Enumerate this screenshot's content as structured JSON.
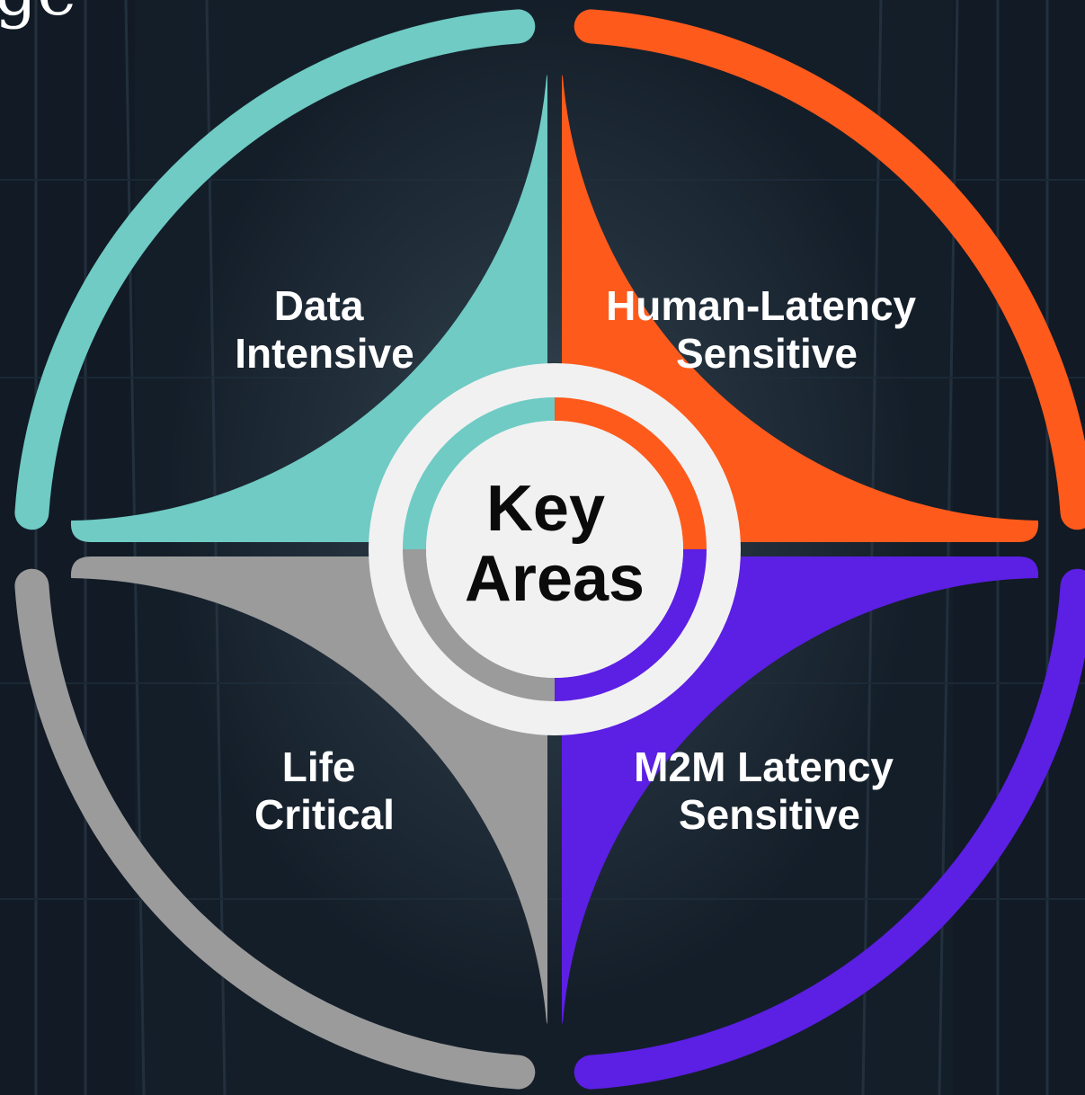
{
  "heading": {
    "visible_text": "ge"
  },
  "center": {
    "line1": "Key",
    "line2": "Areas"
  },
  "quadrants": [
    {
      "id": "top-left",
      "line1": "Data",
      "line2": "Intensive",
      "color": "#6fcbc4"
    },
    {
      "id": "top-right",
      "line1": "Human-Latency",
      "line2": "Sensitive",
      "color": "#fe5a1c"
    },
    {
      "id": "bottom-left",
      "line1": "Life",
      "line2": "Critical",
      "color": "#9b9b9b"
    },
    {
      "id": "bottom-right",
      "line1": "M2M Latency",
      "line2": "Sensitive",
      "color": "#5c1fe4"
    }
  ],
  "colors": {
    "center_disc": "#f1f1f1",
    "background": "#16222f"
  }
}
